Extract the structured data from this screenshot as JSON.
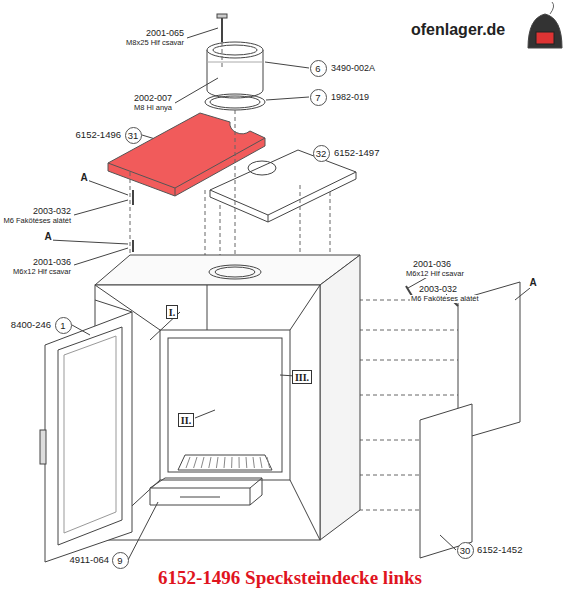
{
  "diagram": {
    "caption": "6152-1496 Specksteindecke links",
    "nodes": [
      {
        "text": [
          "6"
        ]
      },
      {
        "text": [
          "7"
        ]
      },
      {
        "text": [
          "31"
        ]
      },
      {
        "text": [
          "32"
        ]
      },
      {
        "text": [
          "I."
        ]
      },
      {
        "text": [
          "III."
        ]
      },
      {
        "text": [
          "II."
        ]
      },
      {
        "text": [
          "1"
        ]
      },
      {
        "text": [
          "30"
        ]
      },
      {
        "text": [
          "9"
        ]
      }
    ],
    "labels": [
      "2001-065",
      "M8x25 Hlf csavar",
      "3490-002A",
      "2002-007",
      "M8 Hl anya",
      "1982-019",
      "6152-1496",
      "6152-1497",
      "A",
      "2003-032",
      "M6 Fakötéses alátét",
      "A",
      "2001-036",
      "M6x12 Hlf csavar",
      "2001-036",
      "M6x12 Hlf csavar",
      "A",
      "2003-032",
      "M6 Fakötéses alátét",
      "8400-246",
      "6152-1452",
      "4911-064",
      "ofenlager.de"
    ]
  }
}
